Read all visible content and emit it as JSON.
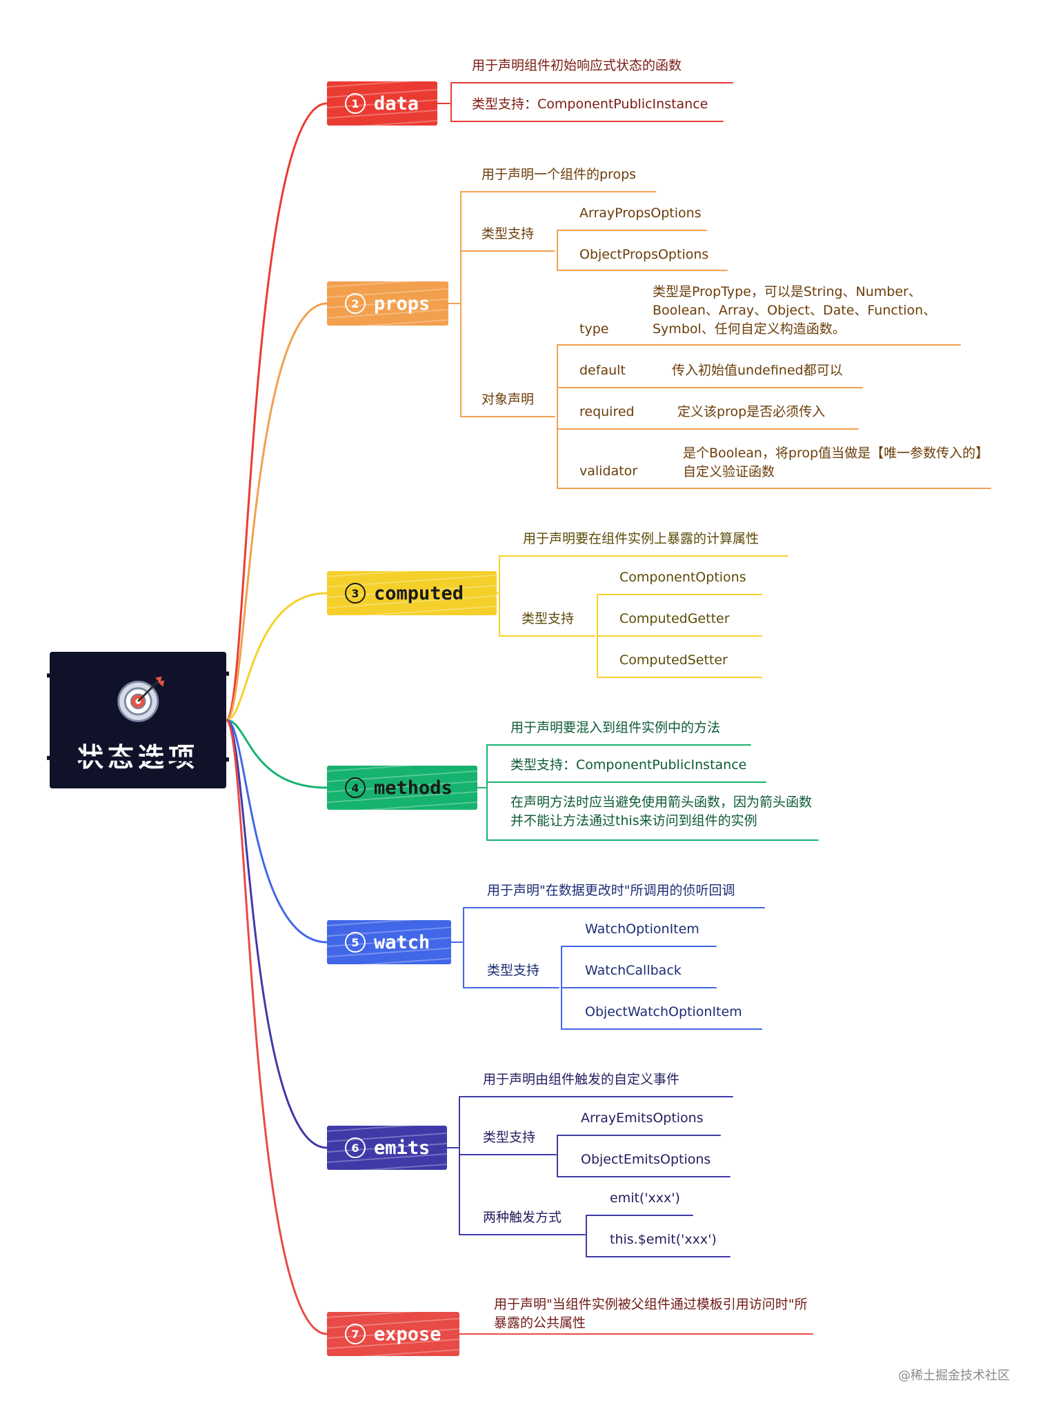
{
  "root": {
    "title": "状态选项",
    "icon": "target-icon"
  },
  "colors": {
    "data": "#ea3b32",
    "props": "#f2a04e",
    "computed": "#f5d02b",
    "methods": "#16b36f",
    "watch": "#4167e8",
    "emits": "#3f3aa8",
    "expose": "#e84a45"
  },
  "branches": {
    "data": {
      "num": "1",
      "label": "data",
      "desc": "用于声明组件初始响应式状态的函数",
      "type": "类型支持：ComponentPublicInstance"
    },
    "props": {
      "num": "2",
      "label": "props",
      "desc": "用于声明一个组件的props",
      "type_label": "类型支持",
      "types": [
        "ArrayPropsOptions",
        "ObjectPropsOptions"
      ],
      "obj_label": "对象声明",
      "obj": {
        "type_key": "type",
        "type_val": "类型是PropType，可以是String、Number、Boolean、Array、Object、Date、Function、Symbol、任何自定义构造函数。",
        "default_key": "default",
        "default_val": "传入初始值undefined都可以",
        "required_key": "required",
        "required_val": "定义该prop是否必须传入",
        "validator_key": "validator",
        "validator_val": "是个Boolean，将prop值当做是【唯一参数传入的】自定义验证函数"
      }
    },
    "computed": {
      "num": "3",
      "label": "computed",
      "desc": "用于声明要在组件实例上暴露的计算属性",
      "type_label": "类型支持",
      "types": [
        "ComponentOptions",
        "ComputedGetter",
        "ComputedSetter"
      ]
    },
    "methods": {
      "num": "4",
      "label": "methods",
      "desc": "用于声明要混入到组件实例中的方法",
      "type": "类型支持：ComponentPublicInstance",
      "note": "在声明方法时应当避免使用箭头函数，因为箭头函数并不能让方法通过this来访问到组件的实例"
    },
    "watch": {
      "num": "5",
      "label": "watch",
      "desc": "用于声明\"在数据更改时\"所调用的侦听回调",
      "type_label": "类型支持",
      "types": [
        "WatchOptionItem",
        "WatchCallback",
        "ObjectWatchOptionItem"
      ]
    },
    "emits": {
      "num": "6",
      "label": "emits",
      "desc": "用于声明由组件触发的自定义事件",
      "type_label": "类型支持",
      "types": [
        "ArrayEmitsOptions",
        "ObjectEmitsOptions"
      ],
      "trigger_label": "两种触发方式",
      "triggers": [
        "emit('xxx')",
        "this.$emit('xxx')"
      ]
    },
    "expose": {
      "num": "7",
      "label": "expose",
      "desc": "用于声明\"当组件实例被父组件通过模板引用访问时\"所暴露的公共属性"
    }
  },
  "watermark": "@稀土掘金技术社区"
}
